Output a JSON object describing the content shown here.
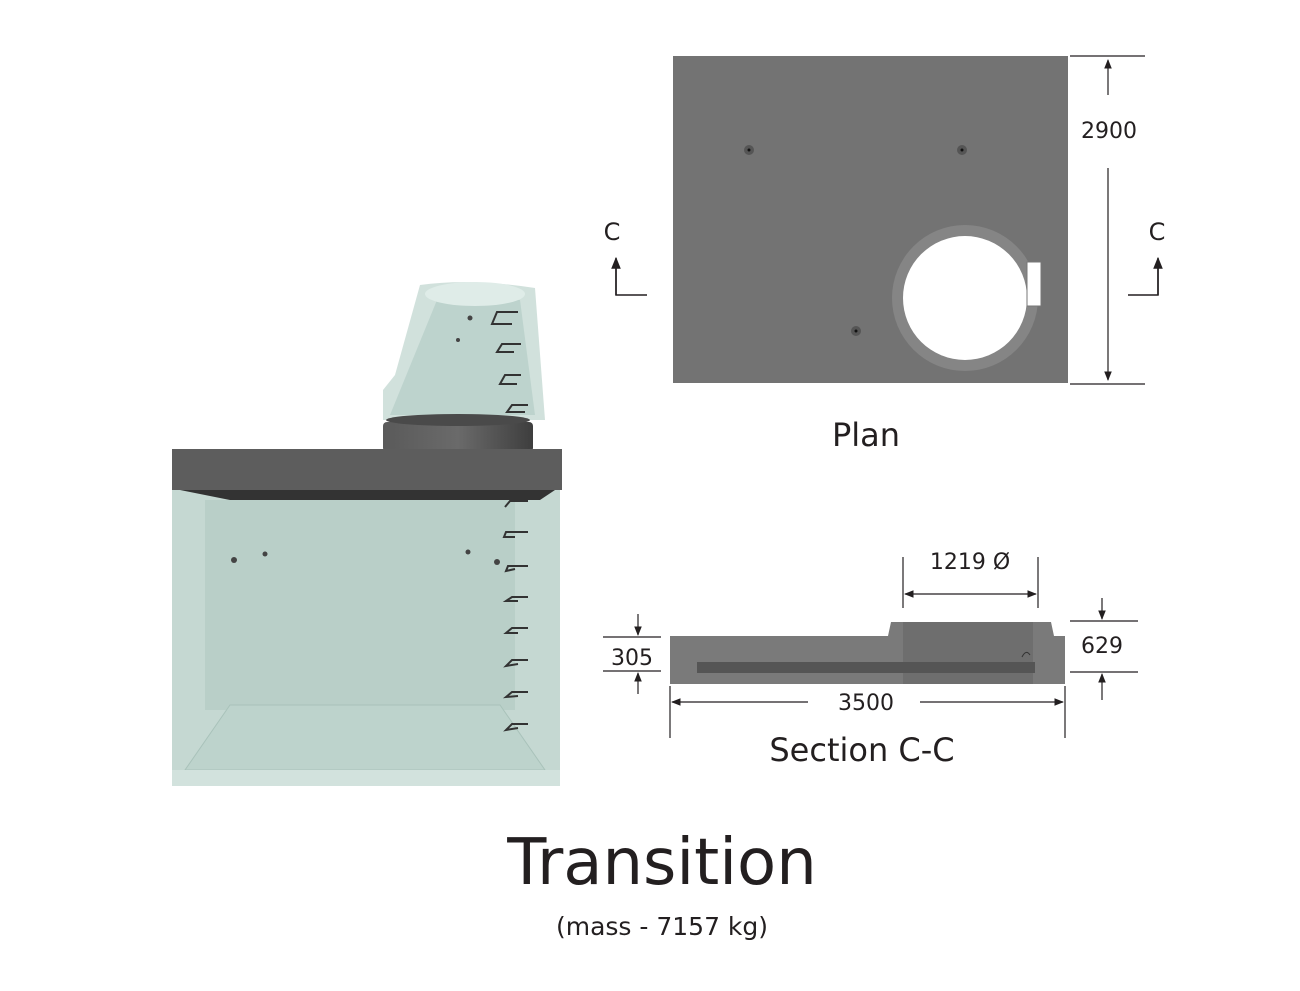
{
  "plan": {
    "title": "Plan",
    "dim_height": "2900",
    "section_mark_left": "C",
    "section_mark_right": "C"
  },
  "section": {
    "title": "Section C-C",
    "dim_opening": "1219 Ø",
    "dim_slab": "305",
    "dim_total_height": "629",
    "dim_length": "3500"
  },
  "caption": {
    "title": "Transition",
    "subtitle": "(mass - 7157 kg)"
  },
  "colors": {
    "concrete": "#6f6f6f",
    "glass": "#c3d6d0",
    "ink": "#231f20"
  }
}
